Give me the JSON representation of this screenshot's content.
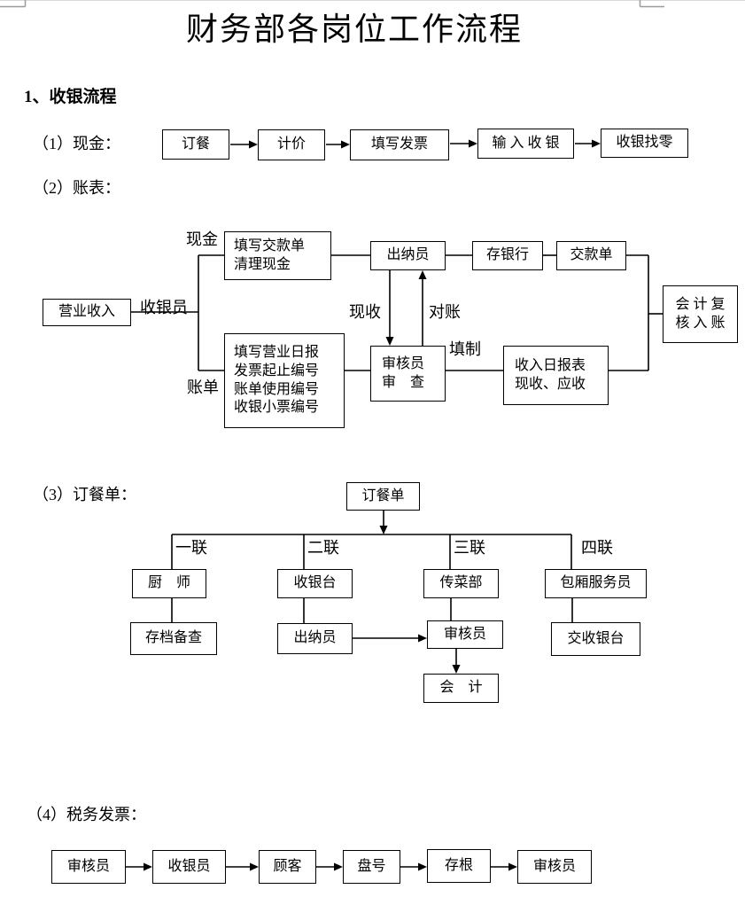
{
  "doc": {
    "title": "财务部各岗位工作流程",
    "heading1": "1、收银流程"
  },
  "colors": {
    "line": "#000000",
    "text": "#000000",
    "page_mark": "#9a9a9a"
  },
  "cash_flow": {
    "label": "（1）现金：",
    "boxes": [
      "订餐",
      "计价",
      "填写发票",
      "输 入 收 银",
      "收银找零"
    ]
  },
  "account_flow": {
    "label": "（2）账表：",
    "revenue": "营业收入",
    "cashier": "收银员",
    "cash": "现金",
    "bill": "账单",
    "deposit_note": [
      "填写交款单",
      "清理现金"
    ],
    "daily_report": [
      "填写营业日报",
      "发票起止编号",
      "账单使用编号",
      "收银小票编号"
    ],
    "teller": "出纳员",
    "bank": "存银行",
    "payment_slip": "交款单",
    "cash_received": "现收",
    "reconcile": "对账",
    "auditor": [
      "审核员",
      "审　查"
    ],
    "fill_in": "填制",
    "income_report": [
      "收入日报表",
      "现收、应收"
    ],
    "accountant_posting": [
      "会 计 复",
      "核 入 账"
    ]
  },
  "order_flow": {
    "label": "（3）订餐单：",
    "root": "订餐单",
    "branch_labels": [
      "一联",
      "二联",
      "三联",
      "四联"
    ],
    "level1": [
      "厨　师",
      "收银台",
      "传菜部",
      "包厢服务员"
    ],
    "level2": [
      "存档备查",
      "出纳员",
      "审核员",
      "交收银台"
    ],
    "accountant": "会　计"
  },
  "tax_flow": {
    "label": "（4）税务发票：",
    "boxes": [
      "审核员",
      "收银员",
      "顾客",
      "盘号",
      "存根",
      "审核员"
    ]
  }
}
